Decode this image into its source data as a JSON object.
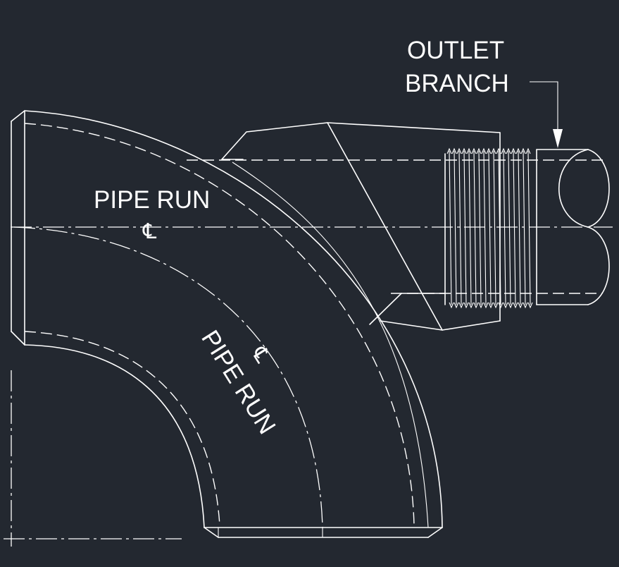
{
  "labels": {
    "outlet_line1": "OUTLET",
    "outlet_line2": "BRANCH",
    "pipe_run_horizontal": "PIPE RUN",
    "pipe_run_rotated": "PIPE RUN",
    "centerline_symbol": "℄"
  },
  "colors": {
    "background": "#232830",
    "linework": "#ffffff"
  }
}
